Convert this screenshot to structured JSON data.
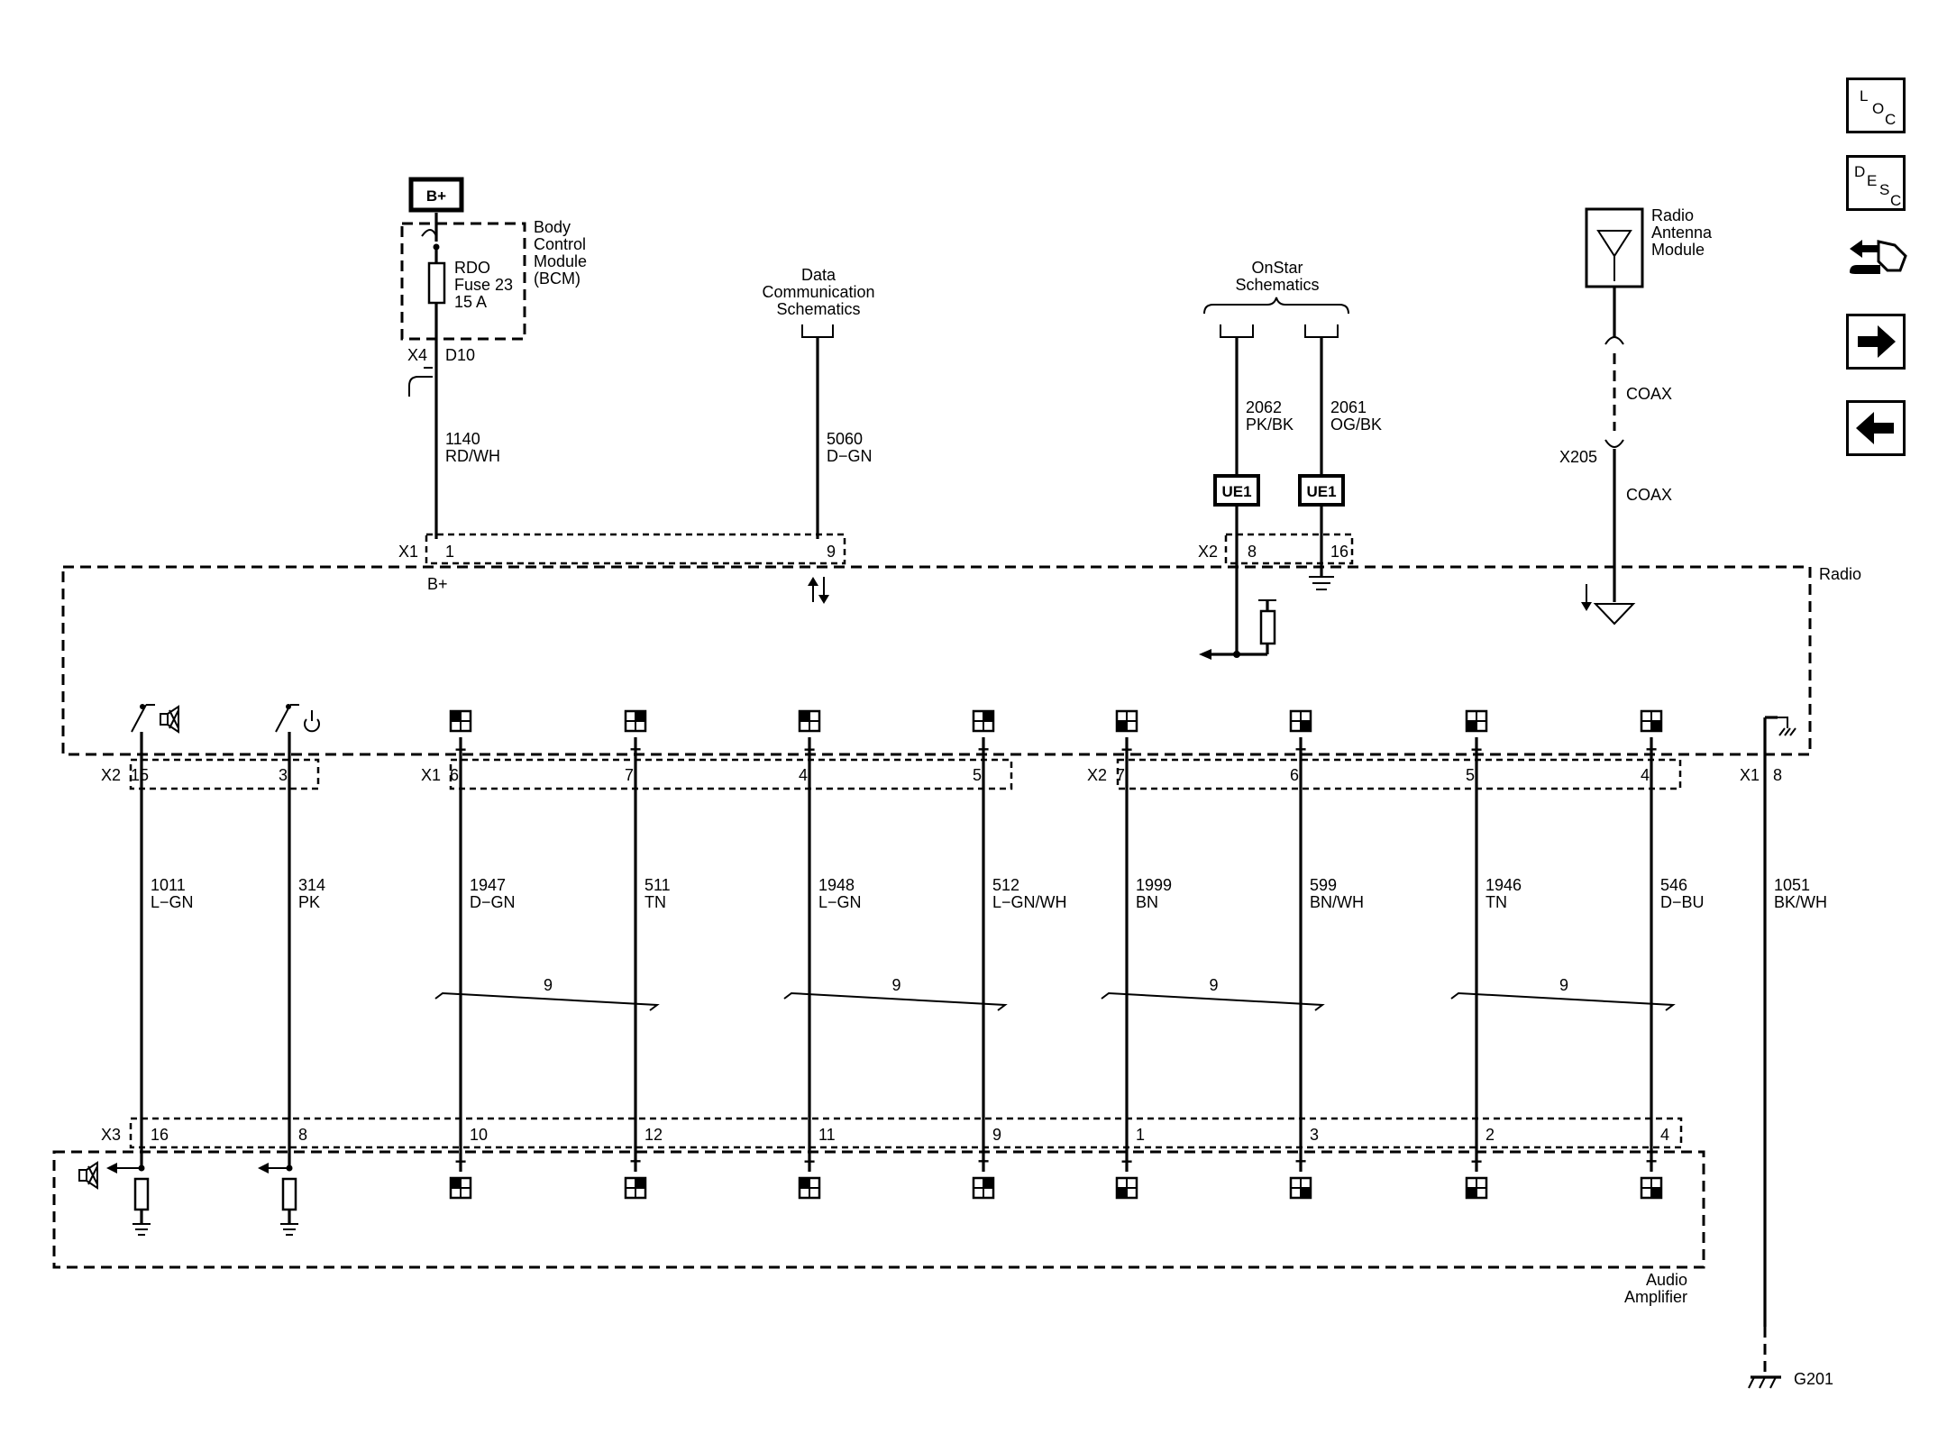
{
  "nav": {
    "loc": {
      "l1": "L",
      "l2": "O",
      "l3": "C"
    },
    "desc": {
      "l1": "D",
      "l2": "E",
      "l3": "S",
      "l4": "C"
    }
  },
  "top": {
    "bplus": "B+",
    "bcm": [
      "Body",
      "Control",
      "Module",
      "(BCM)"
    ],
    "fuse": [
      "RDO",
      "Fuse 23",
      "15 A"
    ],
    "x4": "X4",
    "d10": "D10",
    "w1140": [
      "1140",
      "RD/WH"
    ],
    "datacomm": [
      "Data",
      "Communication",
      "Schematics"
    ],
    "w5060": [
      "5060",
      "D−GN"
    ],
    "onstar": [
      "OnStar",
      "Schematics"
    ],
    "w2062": [
      "2062",
      "PK/BK"
    ],
    "w2061": [
      "2061",
      "OG/BK"
    ],
    "ue1": "UE1",
    "antenna": [
      "Radio",
      "Antenna",
      "Module"
    ],
    "coax": "COAX",
    "x205": "X205"
  },
  "radio": {
    "name": "Radio",
    "x1": "X1",
    "x2": "X2",
    "pin1": "1",
    "pin9": "9",
    "pin8": "8",
    "pin16": "16",
    "bplus_pin": "B+"
  },
  "harness": {
    "x2": "X2",
    "x1": "X1",
    "x2b": "X2",
    "x1b": "X1",
    "x3": "X3",
    "wires": [
      {
        "radio_pin": "15",
        "circuit": "1011",
        "color": "L−GN",
        "amp_pin": "16"
      },
      {
        "radio_pin": "3",
        "circuit": "314",
        "color": "PK",
        "amp_pin": "8"
      },
      {
        "radio_pin": "6",
        "circuit": "1947",
        "color": "D−GN",
        "amp_pin": "10"
      },
      {
        "radio_pin": "7",
        "circuit": "511",
        "color": "TN",
        "amp_pin": "12"
      },
      {
        "radio_pin": "4",
        "circuit": "1948",
        "color": "L−GN",
        "amp_pin": "11"
      },
      {
        "radio_pin": "5",
        "circuit": "512",
        "color": "L−GN/WH",
        "amp_pin": "9"
      },
      {
        "radio_pin": "7",
        "circuit": "1999",
        "color": "BN",
        "amp_pin": "1"
      },
      {
        "radio_pin": "6",
        "circuit": "599",
        "color": "BN/WH",
        "amp_pin": "3"
      },
      {
        "radio_pin": "5",
        "circuit": "1946",
        "color": "TN",
        "amp_pin": "2"
      },
      {
        "radio_pin": "4",
        "circuit": "546",
        "color": "D−BU",
        "amp_pin": "4"
      }
    ],
    "ground_pin": "8",
    "ground_circuit": [
      "1051",
      "BK/WH"
    ],
    "twist": "9"
  },
  "amplifier": {
    "name": [
      "Audio",
      "Amplifier"
    ]
  },
  "ground": {
    "label": "G201"
  }
}
